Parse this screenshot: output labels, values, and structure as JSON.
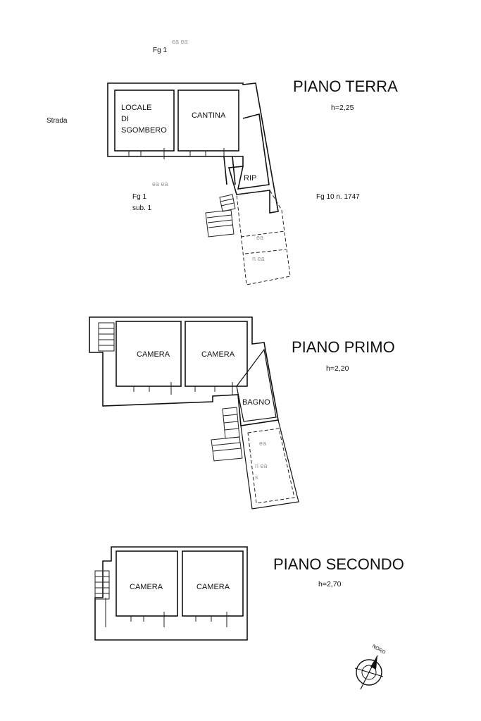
{
  "cadastral": {
    "fg_top": "Fg 1",
    "strada": "Strada",
    "fg_mid": "Fg 1",
    "sub": "sub. 1",
    "fg_right": "Fg 10 n. 1747"
  },
  "piano_terra": {
    "title": "PIANO TERRA",
    "height": "h=2,25",
    "rooms": [
      "LOCALE",
      "DI",
      "SGOMBERO",
      "CANTINA",
      "RIP"
    ]
  },
  "piano_primo": {
    "title": "PIANO PRIMO",
    "height": "h=2,20",
    "rooms": [
      "CAMERA",
      "CAMERA",
      "BAGNO"
    ]
  },
  "piano_secondo": {
    "title": "PIANO SECONDO",
    "height": "h=2,70",
    "rooms": [
      "CAMERA",
      "CAMERA"
    ]
  },
  "compass": {
    "label": "NORD"
  }
}
